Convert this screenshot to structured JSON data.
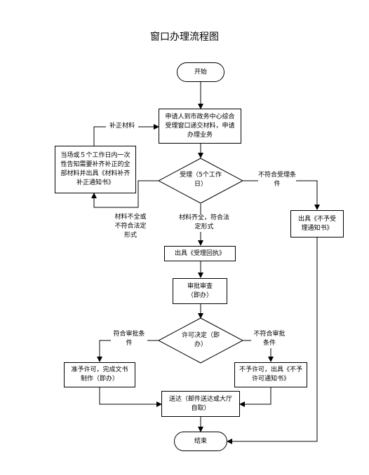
{
  "title": "窗口办理流程图",
  "nodes": {
    "start": "开始",
    "apply": "申请人到市政务中心综合受理窗口递交材料，申请办理业务",
    "supplement_notice": "当场或５个工作日内一次性告知需要补齐补正的全部材料并出具《材料补齐补正通知书》",
    "accept_decision": "受理（5个工作日）",
    "reject_notice": "出具《不予受理通知书》",
    "receipt": "出具《受理回执》",
    "review": "审批审查（即办）",
    "license_decision": "许可决定（即办）",
    "grant": "准予许可，完成文书制作（即办）",
    "deny": "不予许可，出具《不予许可通知书》",
    "deliver": "送达（邮件送达或大厅自取）",
    "end": "结束"
  },
  "edge_labels": {
    "supplement": "补正材料",
    "incomplete": "材料不全或不符合法定形式",
    "complete": "材料齐全，符合法定形式",
    "not_accept": "不符合受理条件",
    "approve": "符合审批条件",
    "disapprove": "不符合审批条件"
  }
}
